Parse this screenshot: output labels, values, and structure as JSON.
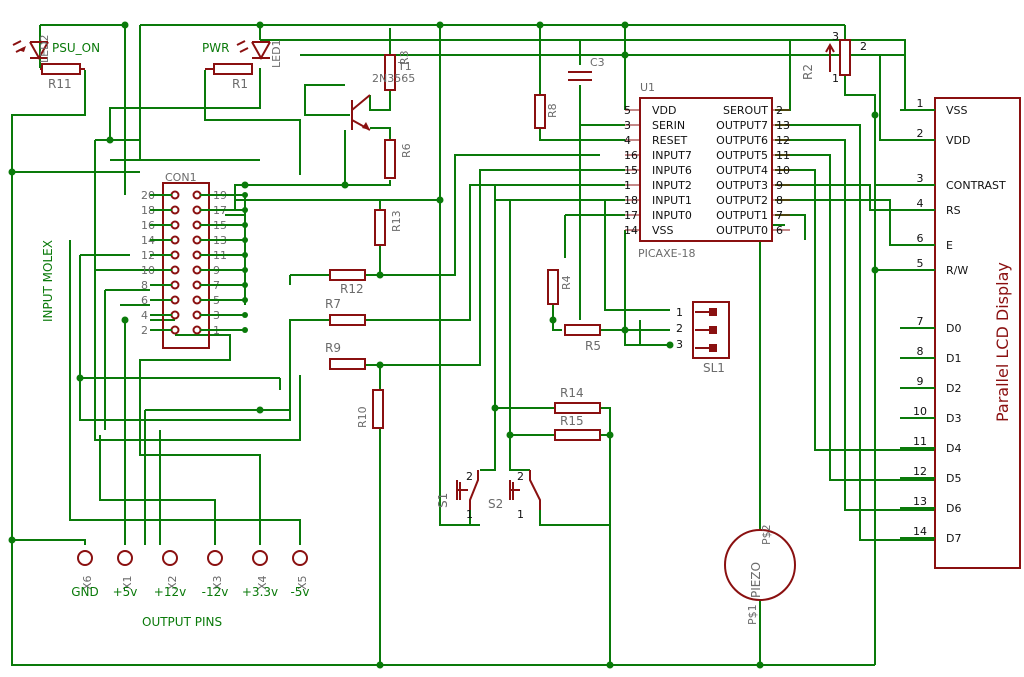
{
  "connector": {
    "name": "CON1",
    "left_pins": [
      "20",
      "18",
      "16",
      "14",
      "12",
      "10",
      "8",
      "6",
      "4",
      "2"
    ],
    "right_pins": [
      "19",
      "17",
      "15",
      "13",
      "11",
      "9",
      "7",
      "5",
      "3",
      "1"
    ],
    "input_label": "INPUT MOLEX"
  },
  "outputs": {
    "label": "OUTPUT PINS",
    "pins": [
      {
        "ref": "X6",
        "label": "GND"
      },
      {
        "ref": "X1",
        "label": "+5v"
      },
      {
        "ref": "X2",
        "label": "+12v"
      },
      {
        "ref": "X3",
        "label": "-12v"
      },
      {
        "ref": "X4",
        "label": "+3.3v"
      },
      {
        "ref": "X5",
        "label": "-5v"
      }
    ]
  },
  "leds": {
    "led2": {
      "ref": "LED2",
      "label": "PSU_ON"
    },
    "led1": {
      "ref": "LED1",
      "label": "PWR"
    }
  },
  "resistors": {
    "r11": "R11",
    "r1": "R1",
    "r3": "R3",
    "r6": "R6",
    "r8": "R8",
    "r13": "R13",
    "r12": "R12",
    "r7": "R7",
    "r9": "R9",
    "r10": "R10",
    "r4": "R4",
    "r5": "R5",
    "r14": "R14",
    "r15": "R15",
    "r2": "R2"
  },
  "transistor": {
    "ref": "T1",
    "part": "2N3565"
  },
  "capacitor": {
    "ref": "C3"
  },
  "ic": {
    "ref": "U1",
    "part": "PICAXE-18",
    "rows": [
      {
        "ln": "5",
        "left": "VDD",
        "right": "SEROUT",
        "rn": "2"
      },
      {
        "ln": "3",
        "left": "SERIN",
        "right": "OUTPUT7",
        "rn": "13"
      },
      {
        "ln": "4",
        "left": "RESET",
        "right": "OUTPUT6",
        "rn": "12"
      },
      {
        "ln": "16",
        "left": "INPUT7",
        "right": "OUTPUT5",
        "rn": "11"
      },
      {
        "ln": "15",
        "left": "INPUT6",
        "right": "OUTPUT4",
        "rn": "10"
      },
      {
        "ln": "1",
        "left": "INPUT2",
        "right": "OUTPUT3",
        "rn": "9"
      },
      {
        "ln": "18",
        "left": "INPUT1",
        "right": "OUTPUT2",
        "rn": "8"
      },
      {
        "ln": "17",
        "left": "INPUT0",
        "right": "OUTPUT1",
        "rn": "7"
      },
      {
        "ln": "14",
        "left": "VSS",
        "right": "OUTPUT0",
        "rn": "6"
      }
    ]
  },
  "header": {
    "ref": "SL1",
    "pins": [
      "1",
      "2",
      "3"
    ]
  },
  "switches": {
    "s1": "S1",
    "s2": "S2",
    "pin1": "1",
    "pin2": "2"
  },
  "piezo": {
    "ref": "PIEZO",
    "pin1": "P$1",
    "pin2": "P$2"
  },
  "pot_pins": {
    "a": "1",
    "b": "2",
    "c": "3"
  },
  "lcd": {
    "title": "Parallel LCD Display",
    "pins": [
      {
        "num": "1",
        "name": "VSS"
      },
      {
        "num": "2",
        "name": "VDD"
      },
      {
        "num": "3",
        "name": "CONTRAST"
      },
      {
        "num": "4",
        "name": "RS"
      },
      {
        "num": "6",
        "name": "E"
      },
      {
        "num": "5",
        "name": "R/W"
      },
      {
        "num": "7",
        "name": "D0"
      },
      {
        "num": "8",
        "name": "D1"
      },
      {
        "num": "9",
        "name": "D2"
      },
      {
        "num": "10",
        "name": "D3"
      },
      {
        "num": "11",
        "name": "D4"
      },
      {
        "num": "12",
        "name": "D5"
      },
      {
        "num": "13",
        "name": "D6"
      },
      {
        "num": "14",
        "name": "D7"
      }
    ]
  }
}
